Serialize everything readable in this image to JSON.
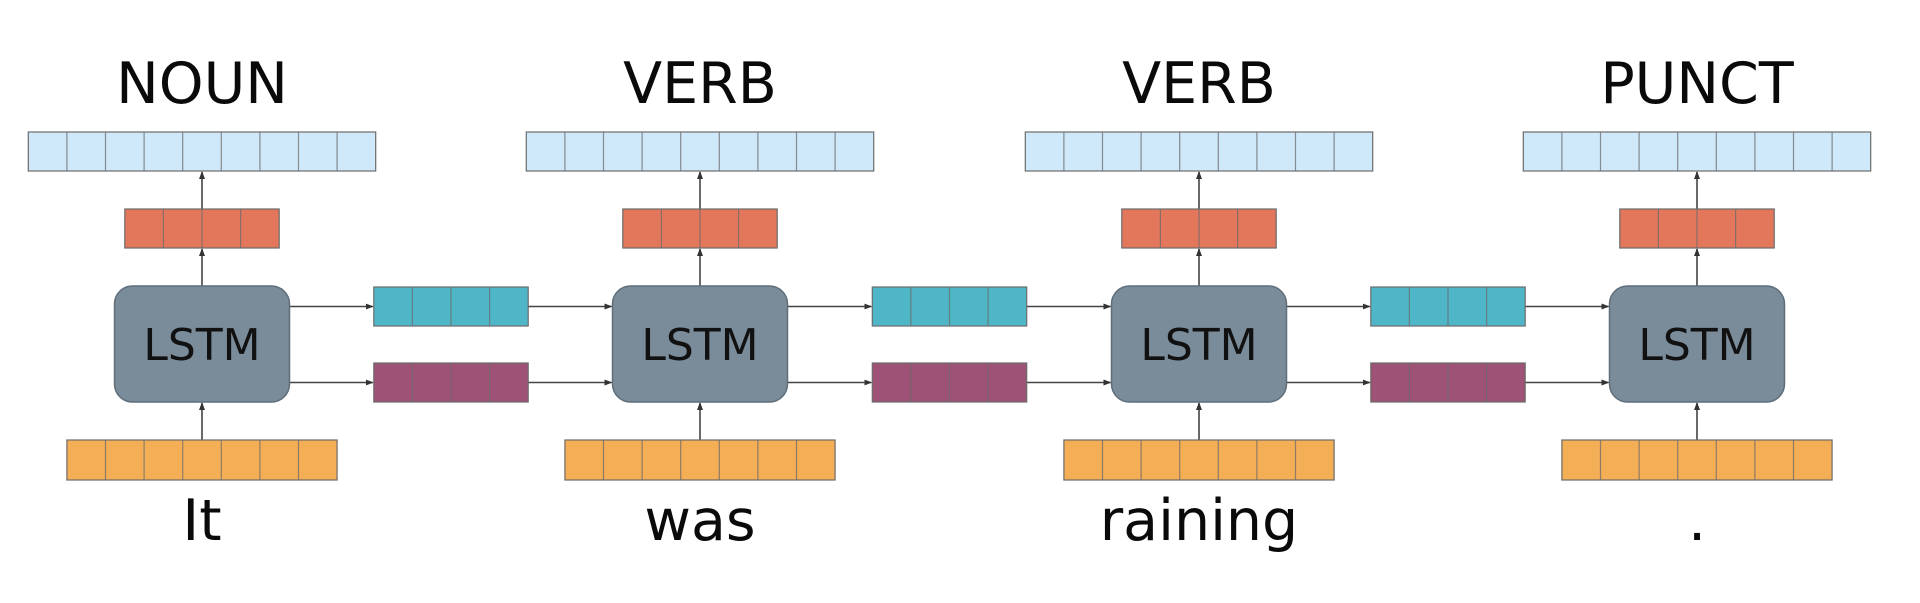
{
  "diagram": {
    "title": "LSTM part-of-speech tagger unrolled over a sentence",
    "cell_label": "LSTM",
    "timesteps": [
      {
        "word": "It",
        "tag": "NOUN"
      },
      {
        "word": "was",
        "tag": "VERB"
      },
      {
        "word": "raining",
        "tag": "VERB"
      },
      {
        "word": ".",
        "tag": "PUNCT"
      }
    ],
    "vectors": {
      "output_distribution": {
        "cells": 9,
        "color": "#cfe9fa"
      },
      "hidden_projection": {
        "cells": 4,
        "color": "#e2775b"
      },
      "input_embedding": {
        "cells": 7,
        "color": "#f4ae56"
      },
      "hidden_state": {
        "cells": 4,
        "color": "#4fb6c8"
      },
      "cell_state": {
        "cells": 4,
        "color": "#9e5276"
      }
    },
    "colors": {
      "lstm_fill": "#7a8b99",
      "lstm_stroke": "#5f6e7a",
      "cell_border": "#6b6b6b",
      "arrow": "#444444"
    }
  }
}
